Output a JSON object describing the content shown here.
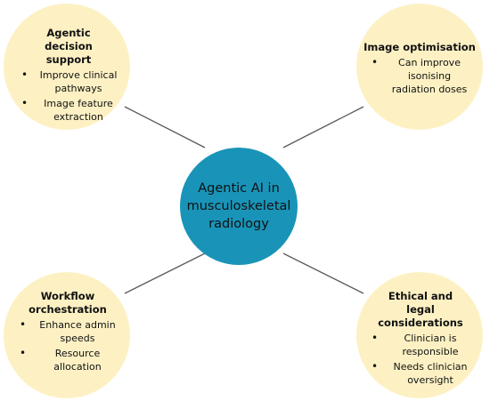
{
  "center": {
    "label": "Agentic AI in musculoskeletal radiology",
    "color": "#1994b8"
  },
  "node_color": "#fdf1c4",
  "line_color": "#5a5a5a",
  "nodes": [
    {
      "title": "Agentic decision support",
      "items": [
        "Improve clinical pathways",
        "Image feature extraction"
      ]
    },
    {
      "title": "Image optimisation",
      "items": [
        "Can improve isonising radiation doses"
      ]
    },
    {
      "title": "Workflow orchestration",
      "items": [
        "Enhance admin speeds",
        "Resource allocation"
      ]
    },
    {
      "title": "Ethical and legal considerations",
      "items": [
        "Clinician is responsible",
        "Needs clinician oversight"
      ]
    }
  ]
}
